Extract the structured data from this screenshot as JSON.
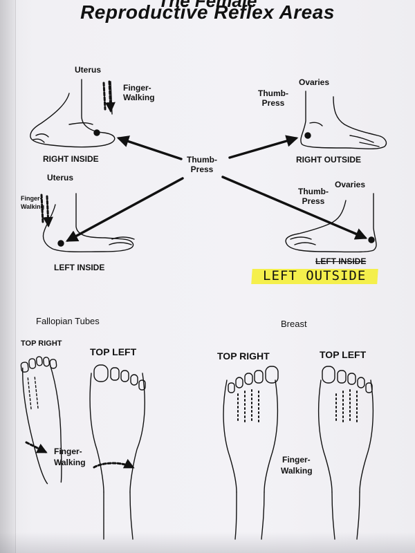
{
  "title": {
    "line1": "The Female",
    "line2": "Reproductive Reflex Areas"
  },
  "center_label": {
    "line1": "Thumb-",
    "line2": "Press"
  },
  "right_inside": {
    "organ": "Uterus",
    "technique_line1": "Finger-",
    "technique_line2": "Walking",
    "caption": "RIGHT INSIDE"
  },
  "right_outside": {
    "organ": "Ovaries",
    "technique_line1": "Thumb-",
    "technique_line2": "Press",
    "caption": "RIGHT OUTSIDE"
  },
  "left_inside": {
    "organ": "Uterus",
    "technique_line1": "Finger-",
    "technique_line2": "Walking",
    "caption": "LEFT INSIDE"
  },
  "left_outside": {
    "organ": "Ovaries",
    "technique_line1": "Thumb-",
    "technique_line2": "Press",
    "caption_printed": "LEFT INSIDE",
    "caption_handwritten": "LEFT OUTSIDE",
    "highlight_color": "#f5ee2e"
  },
  "fallopian": {
    "heading": "Fallopian Tubes",
    "top_right": "TOP RIGHT",
    "top_left": "TOP LEFT",
    "technique_line1": "Finger-",
    "technique_line2": "Walking"
  },
  "breast": {
    "heading": "Breast",
    "top_right": "TOP RIGHT",
    "top_left": "TOP LEFT",
    "technique_line1": "Finger-",
    "technique_line2": "Walking"
  }
}
